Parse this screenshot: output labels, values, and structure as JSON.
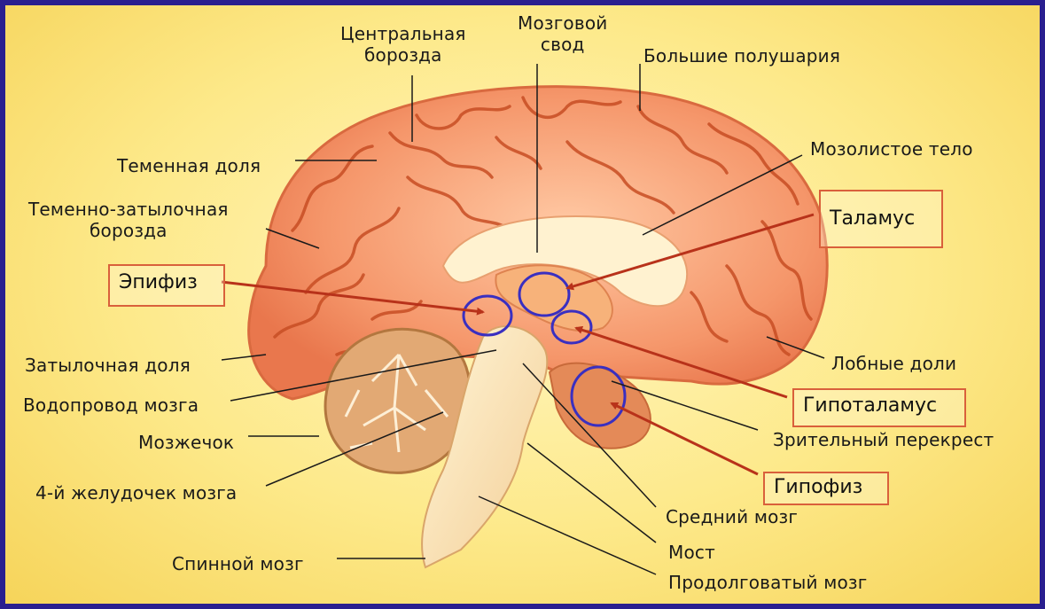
{
  "labels": {
    "central_sulcus": [
      "Центральная",
      "борозда"
    ],
    "fornix": [
      "Мозговой",
      "свод"
    ],
    "hemispheres": "Большие полушария",
    "parietal_lobe": "Теменная доля",
    "corpus_callosum": "Мозолистое тело",
    "parieto_occipital_sulcus": [
      "Теменно-затылочная",
      "борозда"
    ],
    "thalamus": "Таламус",
    "pineal": "Эпифиз",
    "occipital_lobe": "Затылочная доля",
    "frontal_lobes": "Лобные доли",
    "aqueduct": "Водопровод мозга",
    "hypothalamus": "Гипоталамус",
    "cerebellum": "Мозжечок",
    "optic_chiasm": "Зрительный перекрест",
    "fourth_ventricle": "4-й желудочек мозга",
    "pituitary": "Гипофиз",
    "midbrain": "Средний мозг",
    "spinal_cord": "Спинной мозг",
    "pons": "Мост",
    "medulla": "Продолговатый мозг"
  },
  "colors": {
    "frame": "#2a1f8f",
    "highlight_box": "#d9603b",
    "arrow": "#b8321a",
    "circle": "#3a2fc0",
    "brain": "#f39a6c"
  }
}
